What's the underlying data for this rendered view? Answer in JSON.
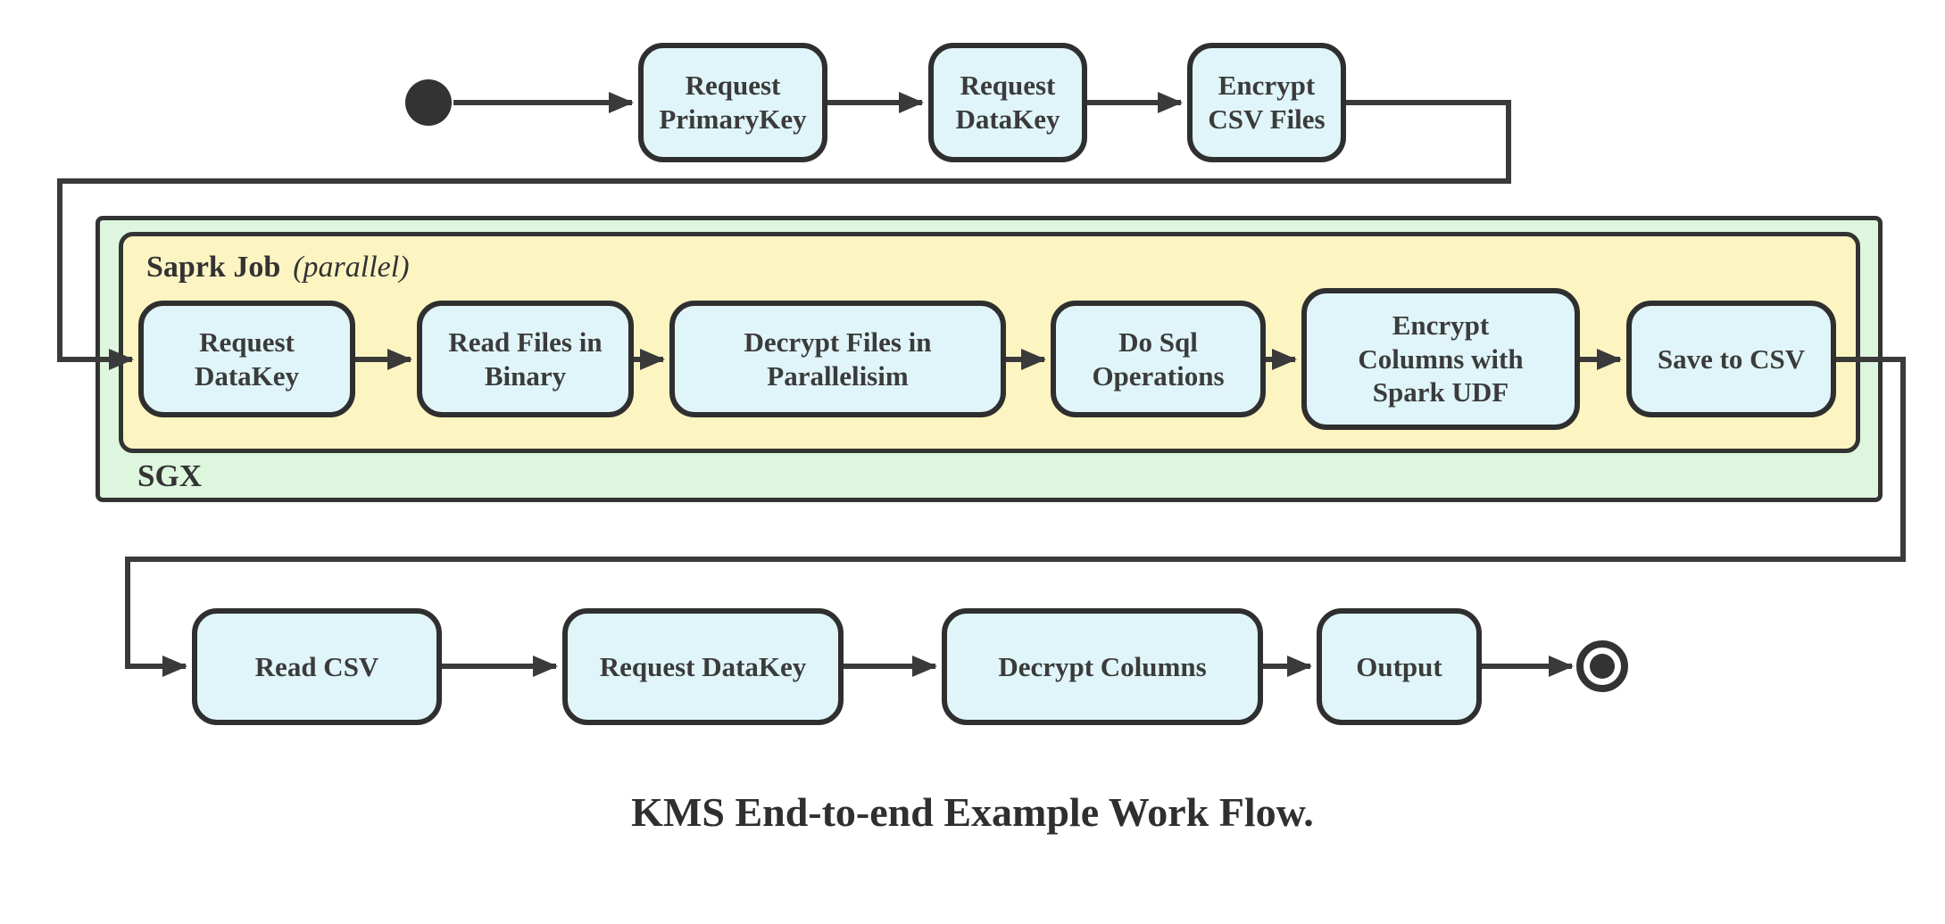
{
  "diagram": {
    "title": "KMS End-to-end Example Work Flow.",
    "colors": {
      "node_fill": "#e0f5f9",
      "node_border": "#2f2f2f",
      "sgx_fill": "#ddf6dd",
      "spark_fill": "#fcf5c2",
      "connector": "#3a3a3a",
      "start_end_node": "#333333"
    },
    "containers": {
      "sgx_label": "SGX",
      "spark_label_bold": "Saprk Job",
      "spark_label_italic": "(parallel)"
    },
    "nodes": {
      "t_request_primarykey": "Request\nPrimaryKey",
      "t_request_datakey": "Request\nDataKey",
      "t_encrypt_csv": "Encrypt\nCSV Files",
      "m_request_datakey": "Request\nDataKey",
      "m_read_files": "Read Files in\nBinary",
      "m_decrypt_files": "Decrypt Files in\nParallelisim",
      "m_do_sql": "Do Sql\nOperations",
      "m_encrypt_columns": "Encrypt\nColumns with\nSpark UDF",
      "m_save_csv": "Save to CSV",
      "b_read_csv": "Read CSV",
      "b_request_datakey": "Request DataKey",
      "b_decrypt_columns": "Decrypt Columns",
      "b_output": "Output"
    }
  }
}
